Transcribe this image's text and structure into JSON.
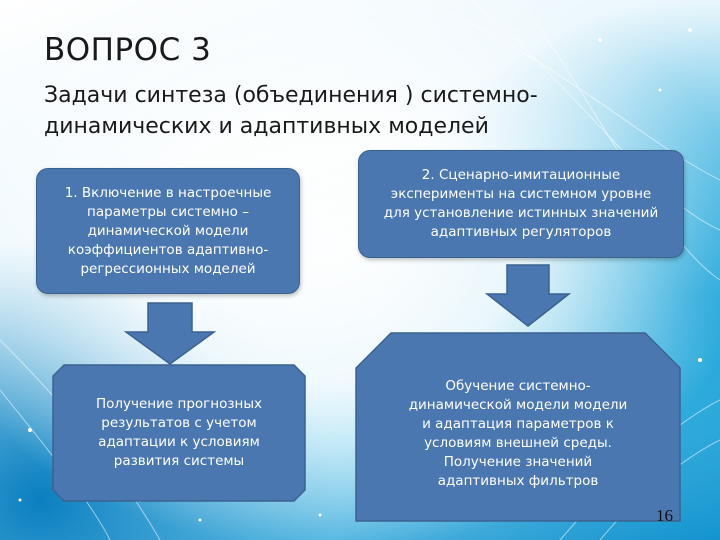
{
  "slide": {
    "title": "ВОПРОС 3",
    "subtitle": "Задачи синтеза (объединения ) системно-\nдинамических и адаптивных моделей",
    "box_top_left": "1. Включение  в настроечные\nпараметры системно –\nдинамической модели\nкоэффициентов адаптивно-\nрегрессионных моделей",
    "box_top_right": "2.  Сценарно-имитационные\nэксперименты  на системном уровне\nдля установление истинных значений\nадаптивных регуляторов",
    "box_bottom_left": "Получение прогнозных\nрезультатов с учетом\nадаптации к условиям\nразвития системы",
    "box_bottom_right": "Обучение системно-\nдинамической модели модели\nи адаптация параметров  к\nусловиям внешней среды.\nПолучение  значений\nадаптивных фильтров",
    "page_number": "16"
  },
  "colors": {
    "box_fill": "#4a77b0",
    "arrow_fill": "#4a77b0",
    "background_accent": "#118fcc"
  }
}
